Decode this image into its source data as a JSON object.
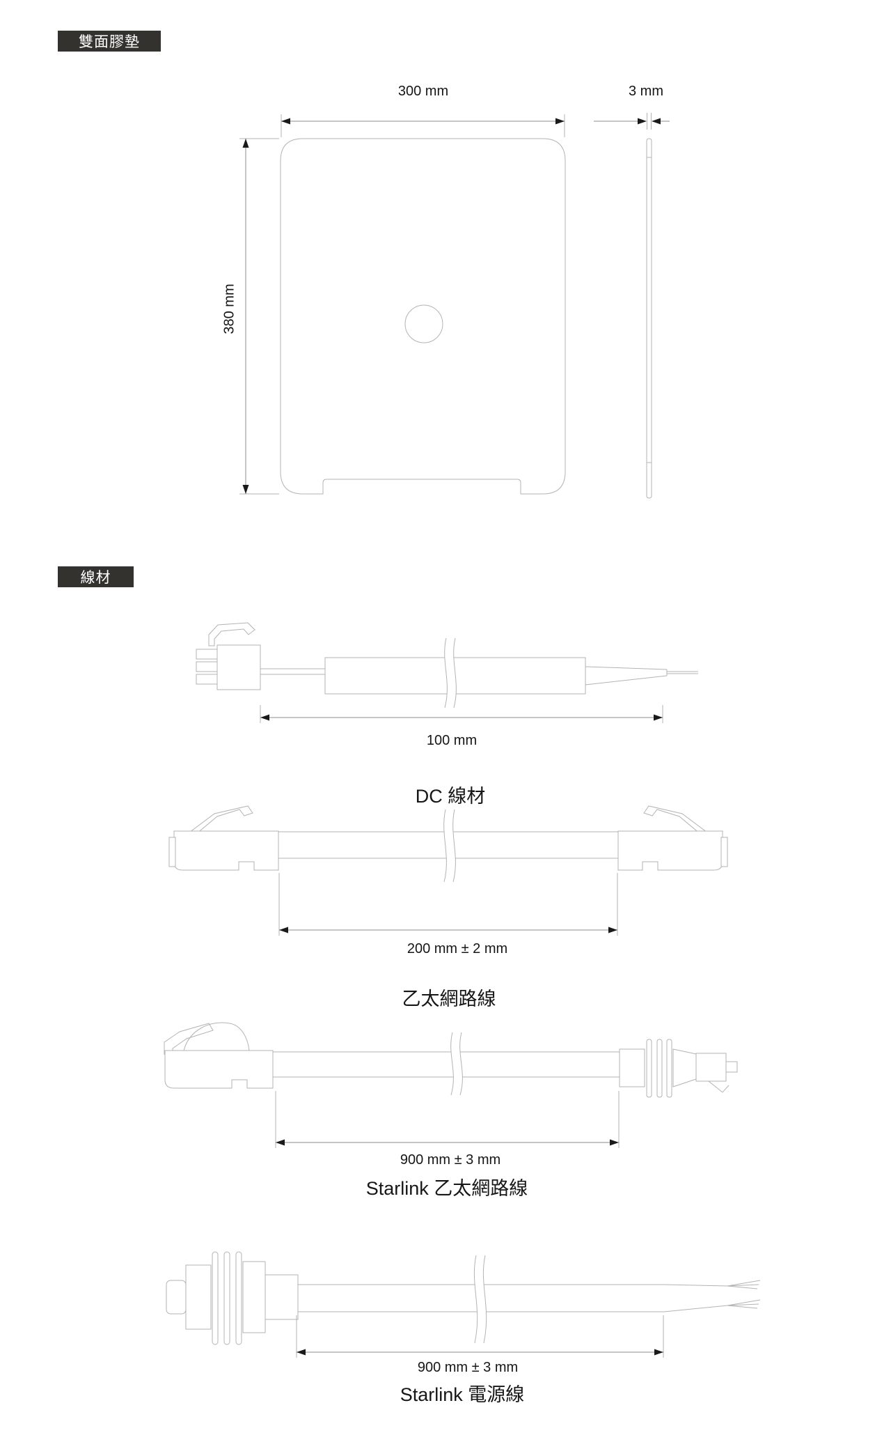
{
  "pad_section": {
    "badge": "雙面膠墊",
    "width_label": "300 mm",
    "thickness_label": "3 mm",
    "height_label": "380 mm"
  },
  "cable_section": {
    "badge": "線材",
    "items": [
      {
        "title": "DC 線材",
        "length_label": "100 mm"
      },
      {
        "title": "乙太網路線",
        "length_label": "200 mm ± 2 mm"
      },
      {
        "title": "Starlink 乙太網路線",
        "length_label": "900 mm ± 3 mm"
      },
      {
        "title": "Starlink 電源線",
        "length_label": "900 mm ± 3 mm"
      }
    ]
  },
  "colors": {
    "drawing_line": "#b3b3b3",
    "dimension_line": "#8c8c8c",
    "arrow": "#1a1a1a",
    "badge_background": "#33322e",
    "badge_text": "#ffffff",
    "label_text": "#161616"
  }
}
